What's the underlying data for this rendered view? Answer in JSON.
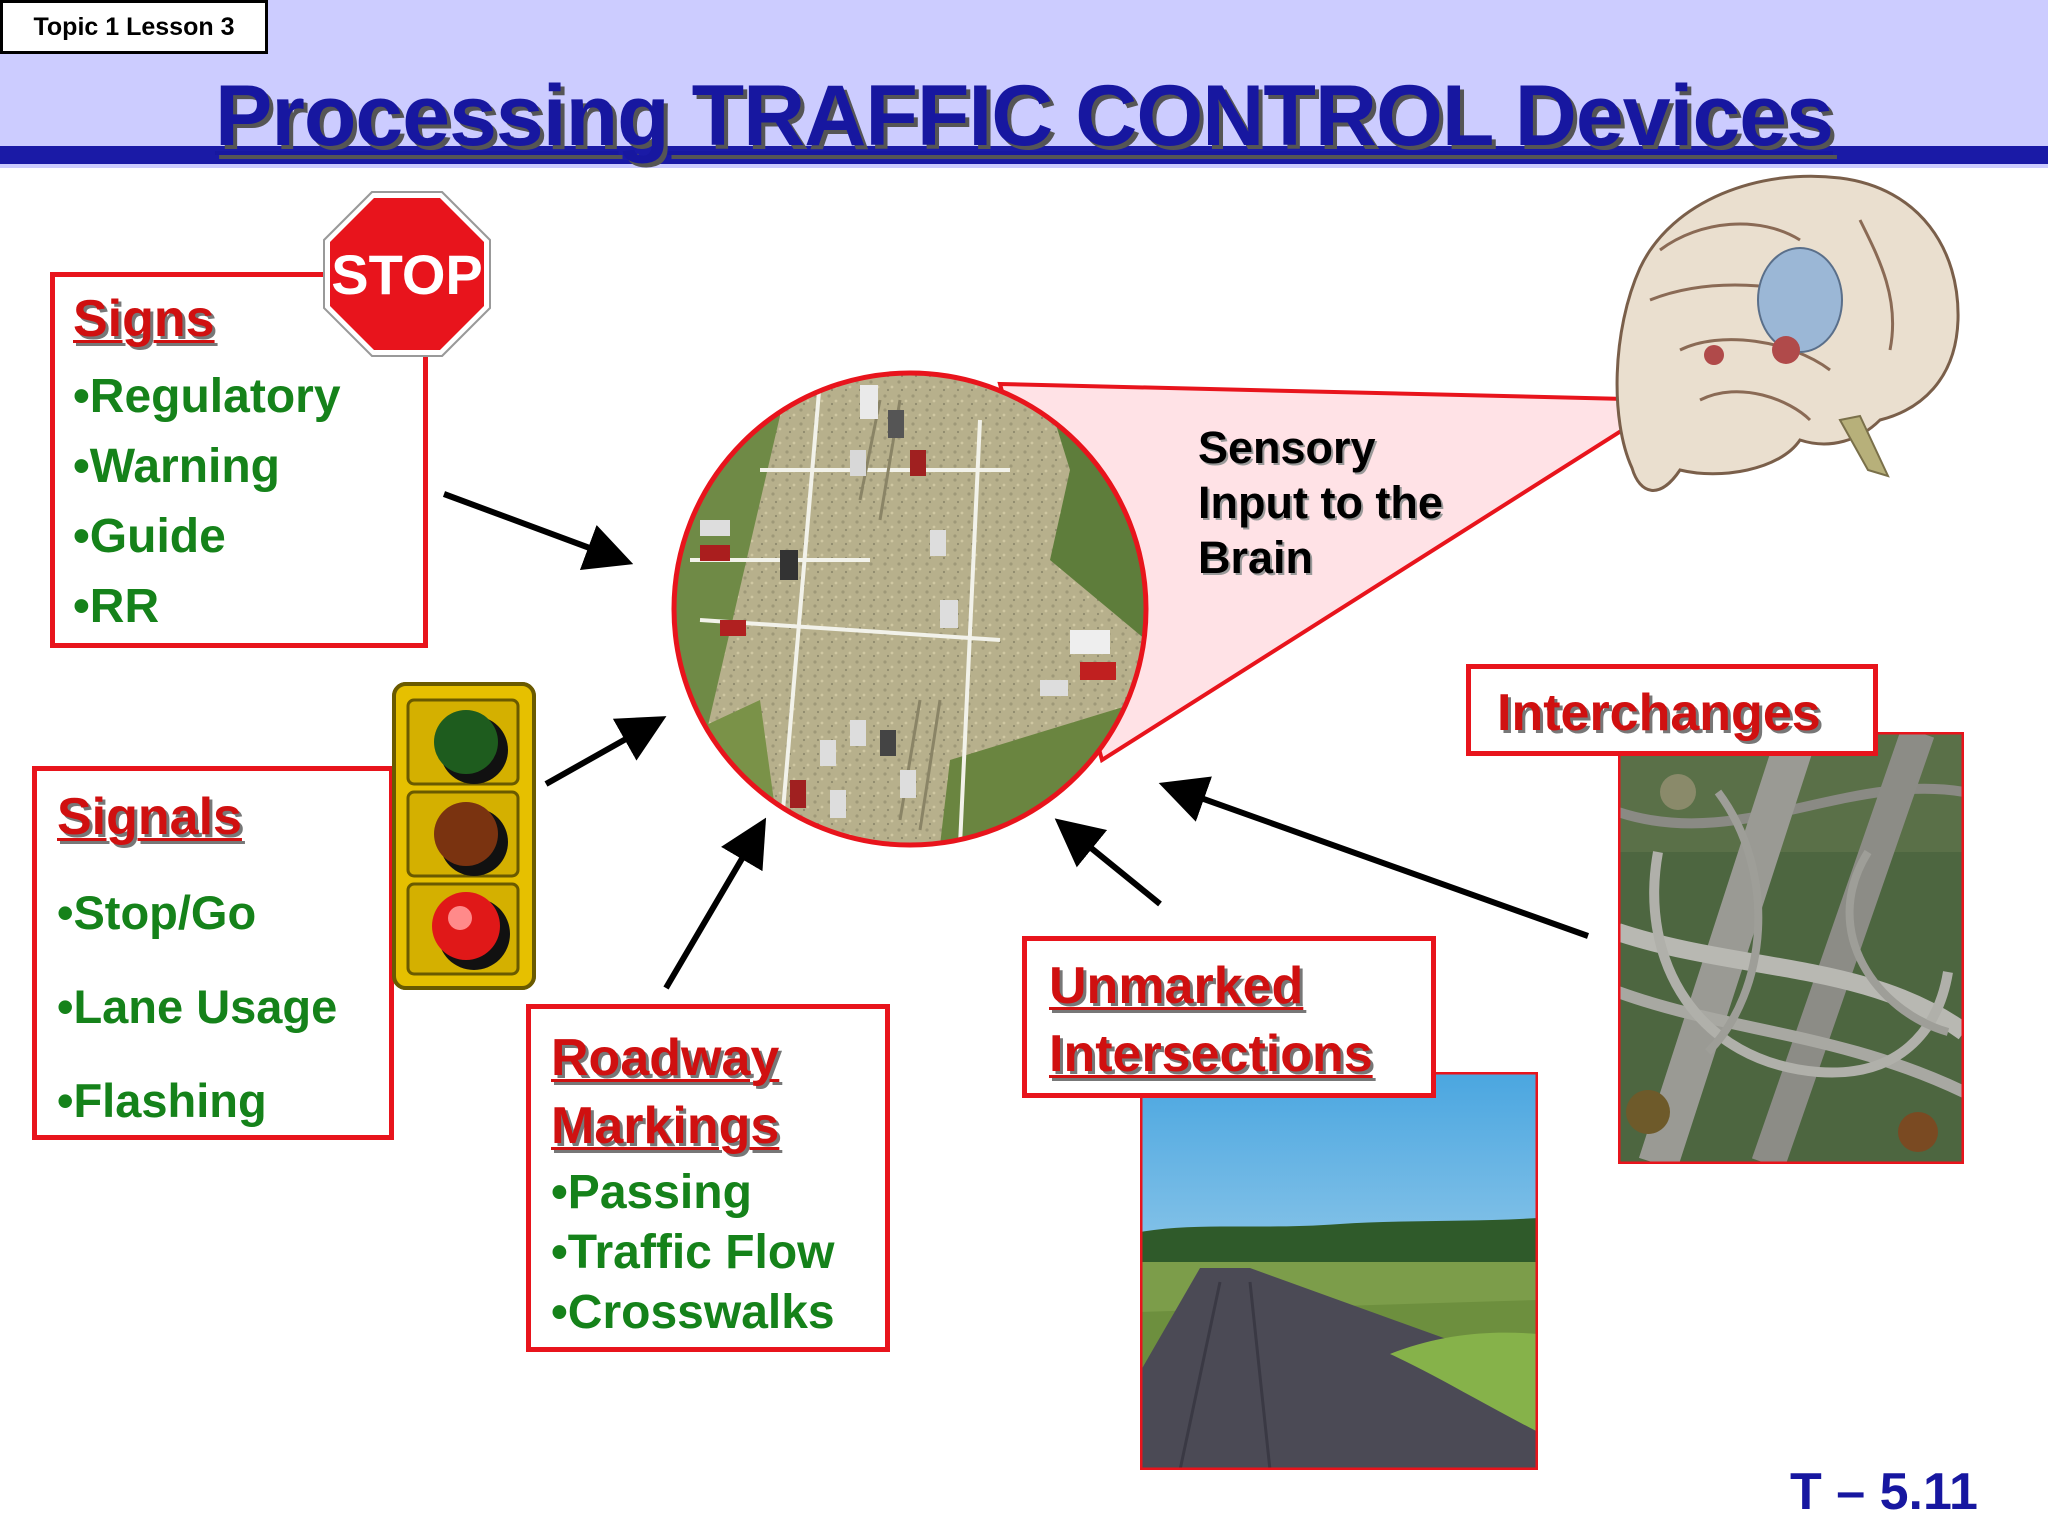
{
  "header": {
    "topic_label": "Topic 1 Lesson 3",
    "title": "Processing TRAFFIC CONTROL Devices"
  },
  "signs": {
    "heading": "Signs",
    "items": [
      "•Regulatory",
      "•Warning",
      "•Guide",
      "•RR"
    ],
    "stop_sign_text": "STOP"
  },
  "signals": {
    "heading": "Signals",
    "items": [
      "•Stop/Go",
      "•Lane Usage",
      "•Flashing"
    ]
  },
  "roadway_markings": {
    "heading_line1": "Roadway",
    "heading_line2": "Markings",
    "items": [
      "•Passing",
      "•Traffic Flow",
      "•Crosswalks"
    ]
  },
  "unmarked": {
    "heading_line1": "Unmarked",
    "heading_line2": "Intersections"
  },
  "interchanges": {
    "heading": "Interchanges"
  },
  "brain_callout": {
    "lines": [
      "Sensory",
      "Input to the",
      "Brain"
    ]
  },
  "footer": {
    "slide_number": "T – 5.11"
  },
  "colors": {
    "header_bg": "#ccccff",
    "title": "#1717a0",
    "box_border": "#e8141c",
    "heading": "#d01010",
    "item": "#15821a"
  },
  "icons": [
    "stop-sign-icon",
    "traffic-light-icon",
    "intersection-photo",
    "brain-illustration",
    "interchange-photo",
    "rural-road-photo",
    "arrow-icon"
  ]
}
